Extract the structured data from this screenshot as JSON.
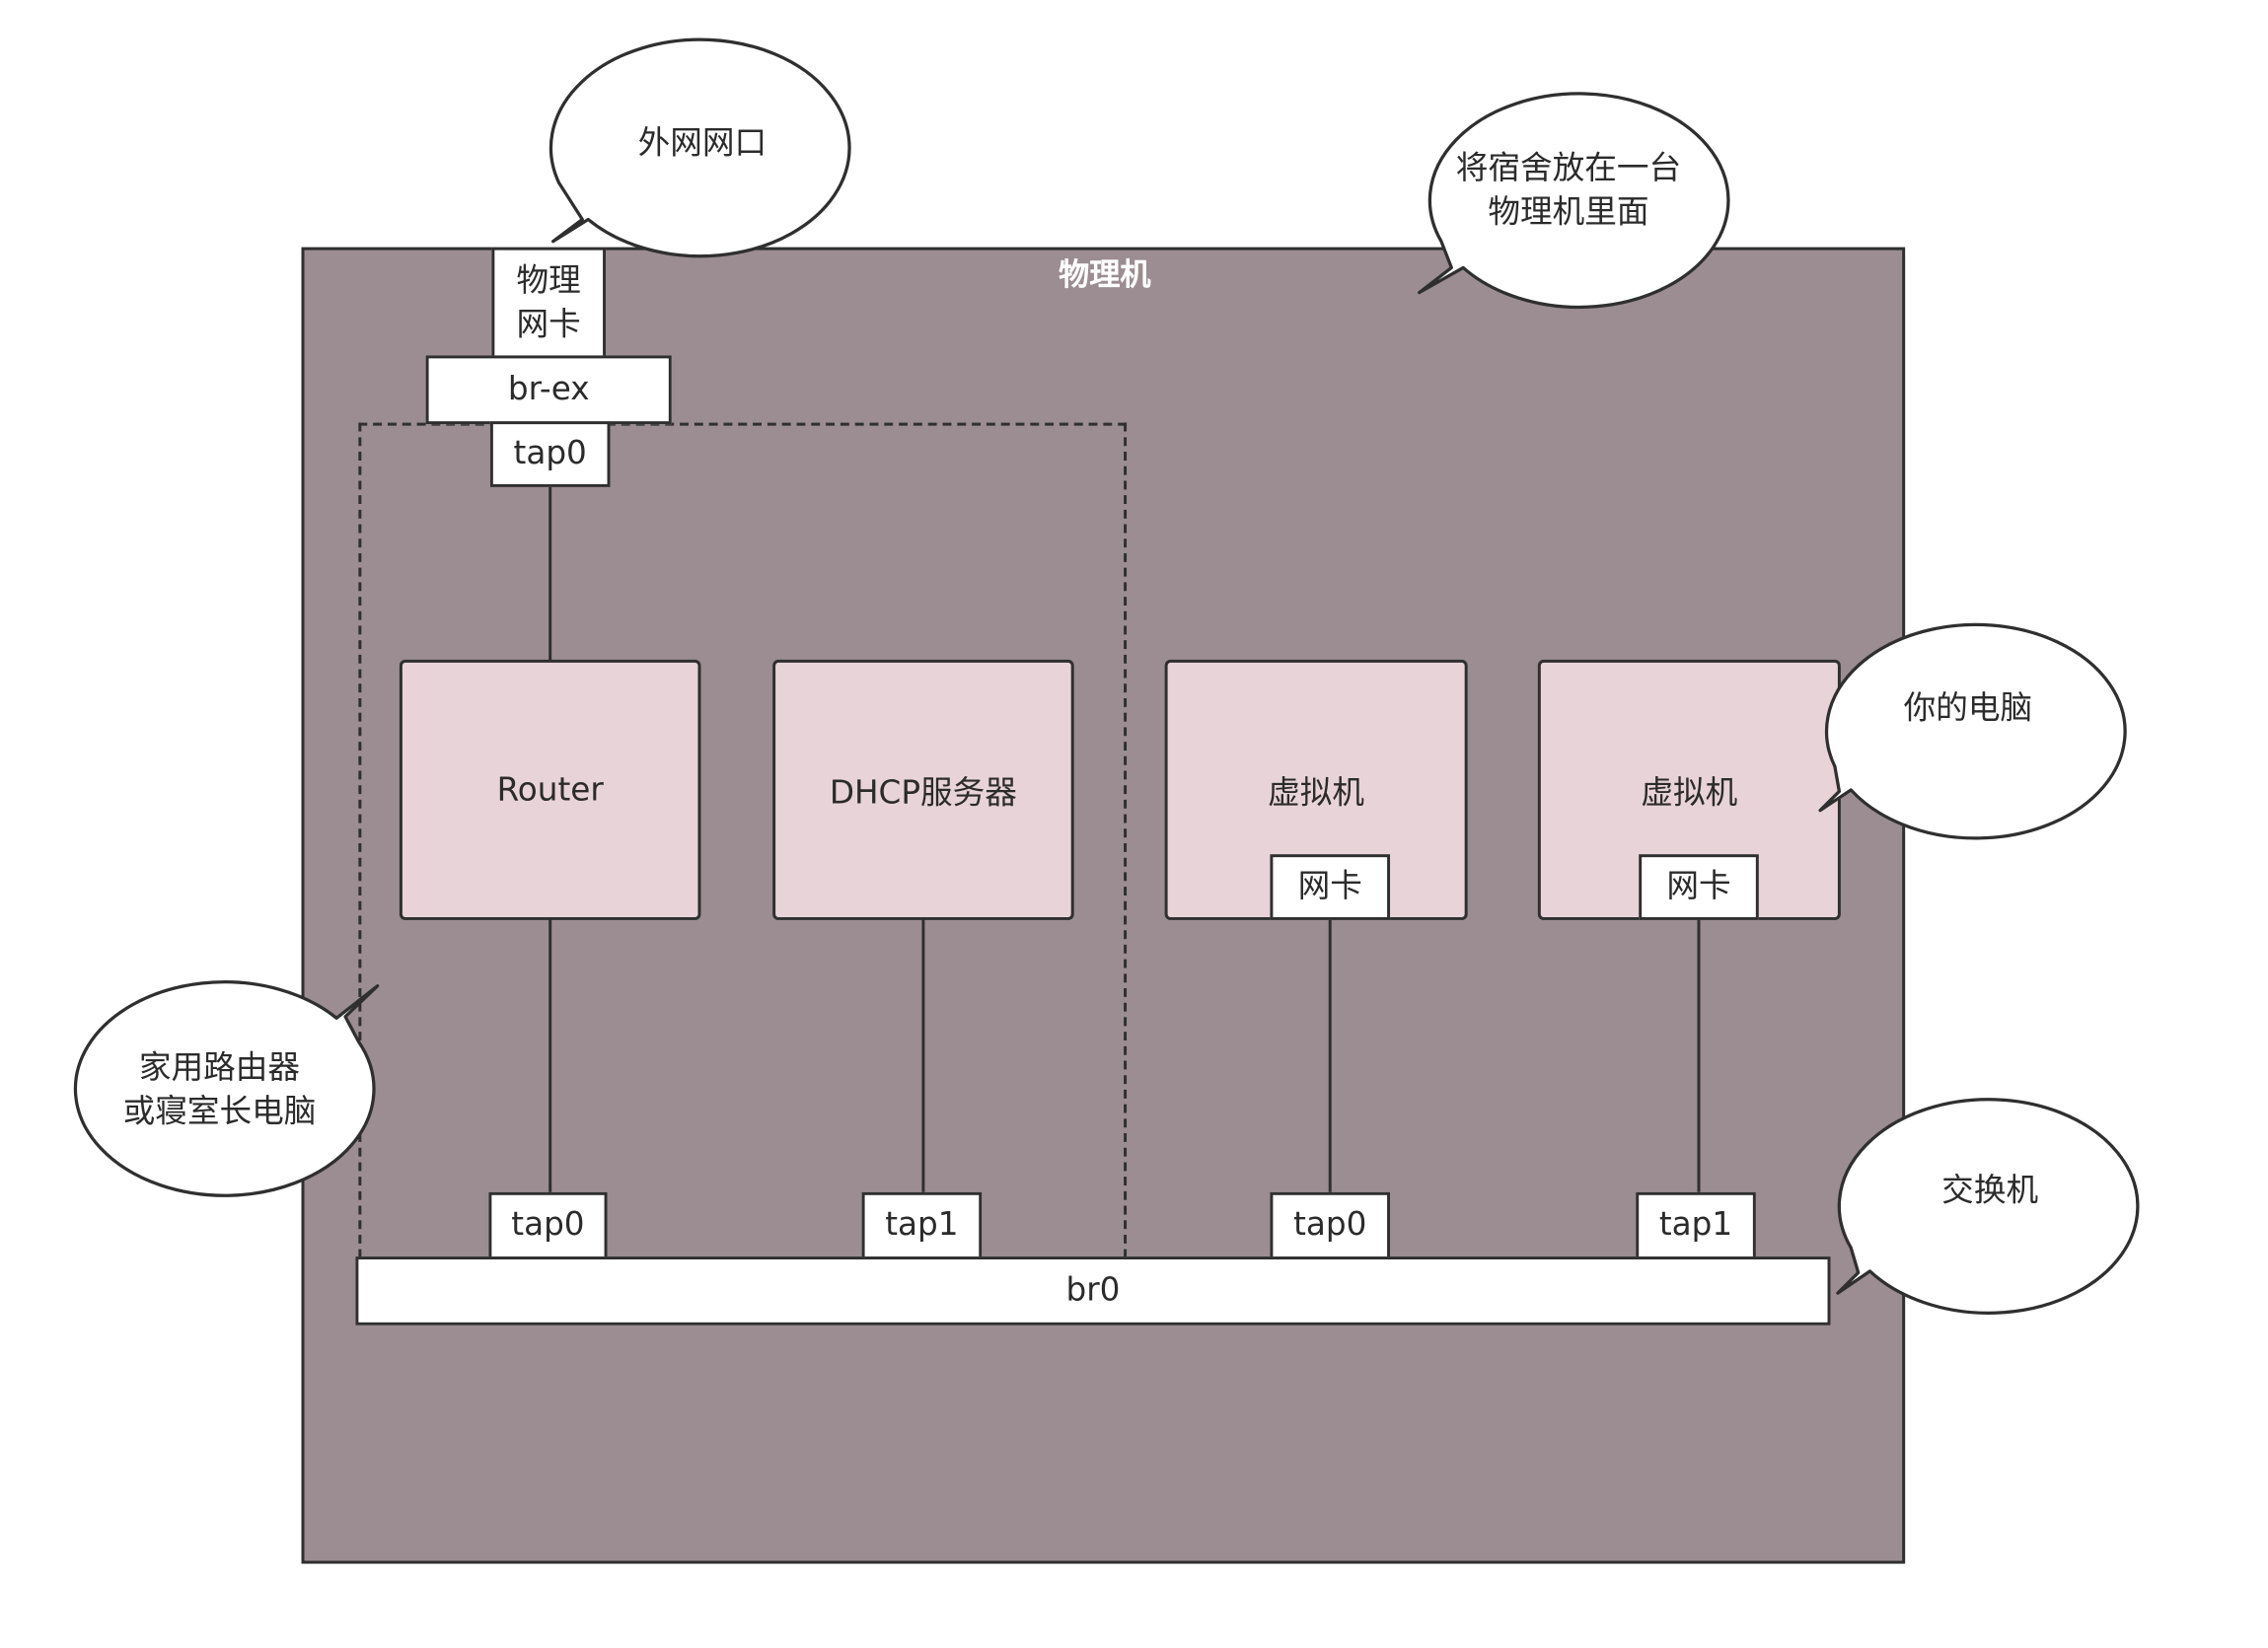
{
  "host": {
    "title": "物理机"
  },
  "external": {
    "physical_nic": "物理\n网卡",
    "br_ex": "br-ex",
    "tap": "tap0"
  },
  "router": {
    "label": "Router",
    "tap": "tap0"
  },
  "dhcp": {
    "label": "DHCP服务器",
    "tap": "tap1"
  },
  "vm1": {
    "label": "虚拟机",
    "nic": "网卡",
    "tap": "tap0"
  },
  "vm2": {
    "label": "虚拟机",
    "nic": "网卡",
    "tap": "tap1"
  },
  "bridge": {
    "label": "br0"
  },
  "callouts": {
    "external_port": "外网网口",
    "dorm_host": "将宿舍放在一台\n物理机里面",
    "your_computer": "你的电脑",
    "home_router": "家用路由器\n或寝室长电脑",
    "switch": "交换机"
  },
  "colors": {
    "host_fill": "#9b8d91",
    "box_fill": "#e8d3d8",
    "line": "#2f2f2f"
  }
}
